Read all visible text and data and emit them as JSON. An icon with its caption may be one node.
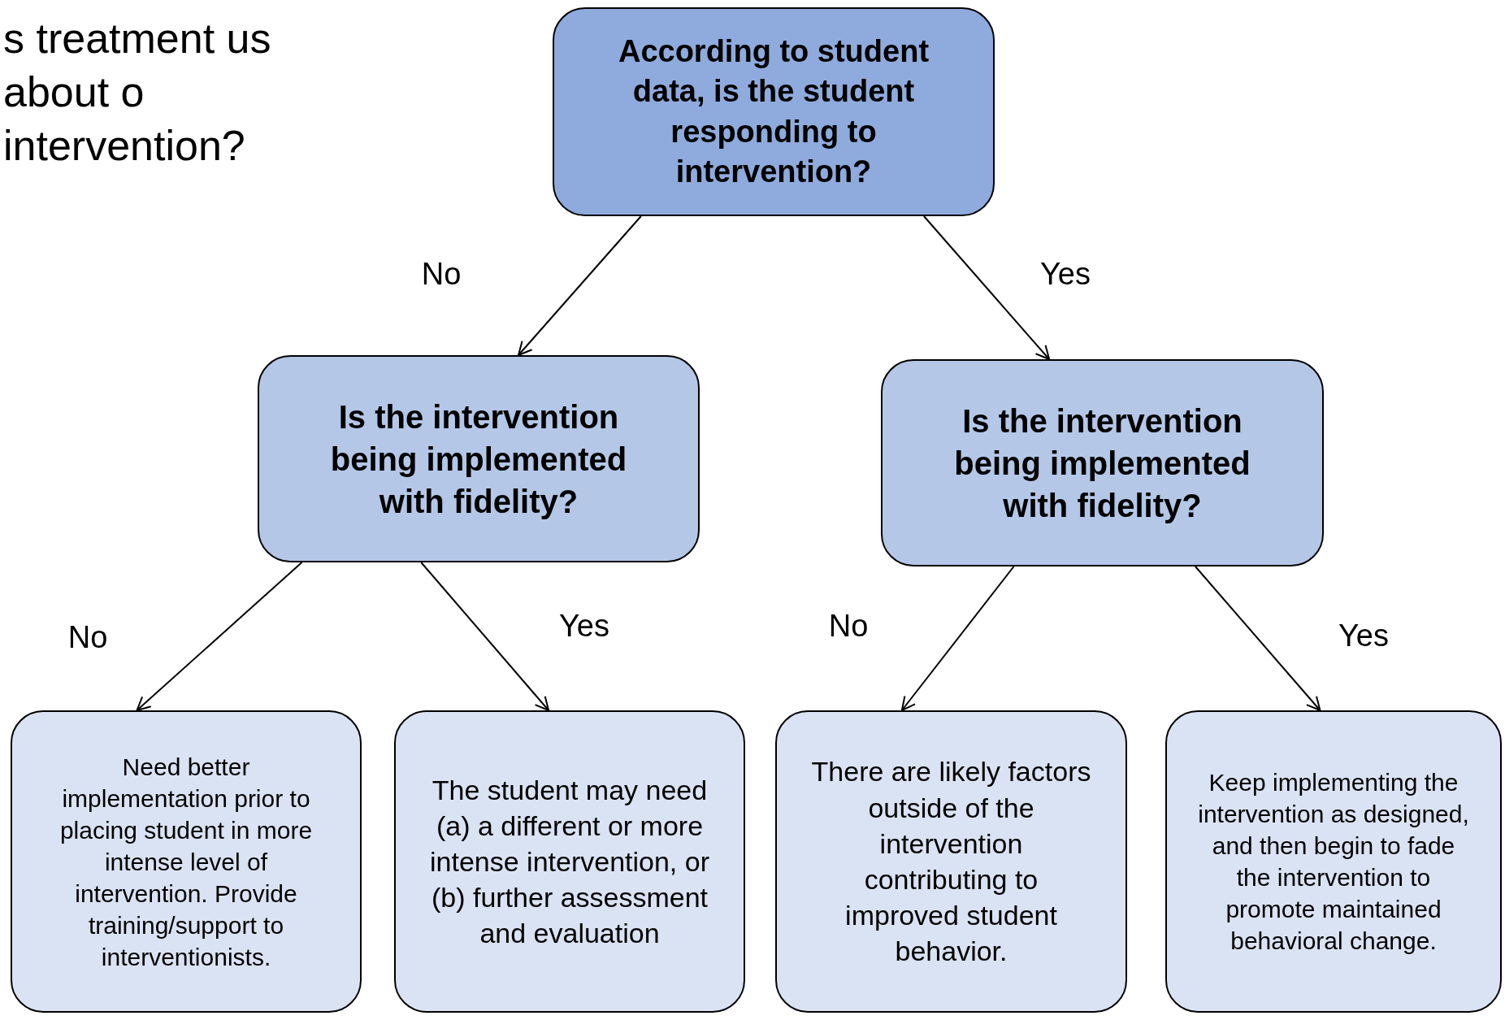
{
  "diagram": {
    "title": "s treatment us about o intervention?",
    "nodes": [
      {
        "text": [
          "According to student data, is the student responding to intervention?"
        ]
      },
      {
        "text": [
          "Is the intervention being implemented with fidelity?"
        ]
      },
      {
        "text": [
          "Is the intervention being implemented with fidelity?"
        ]
      },
      {
        "text": [
          "Need better implementation prior to placing student in more intense level of intervention. Provide training/support to interventionists."
        ]
      },
      {
        "text": [
          "The student may need (a) a different or more intense intervention, or (b) further assessment and evaluation"
        ]
      },
      {
        "text": [
          "There are likely factors outside of the intervention contributing to improved student behavior."
        ]
      },
      {
        "text": [
          "Keep implementing the intervention as designed, and then begin to fade the intervention to promote maintained behavioral change."
        ]
      }
    ],
    "edges": [
      {
        "from": 0,
        "to": 1,
        "arrow": "to",
        "label": "No"
      },
      {
        "from": 0,
        "to": 2,
        "arrow": "to",
        "label": "Yes"
      },
      {
        "from": 1,
        "to": 3,
        "arrow": "to",
        "label": "No"
      },
      {
        "from": 1,
        "to": 4,
        "arrow": "to",
        "label": "Yes"
      },
      {
        "from": 2,
        "to": 5,
        "arrow": "to",
        "label": "No"
      },
      {
        "from": 2,
        "to": 6,
        "arrow": "to",
        "label": "Yes"
      }
    ]
  }
}
